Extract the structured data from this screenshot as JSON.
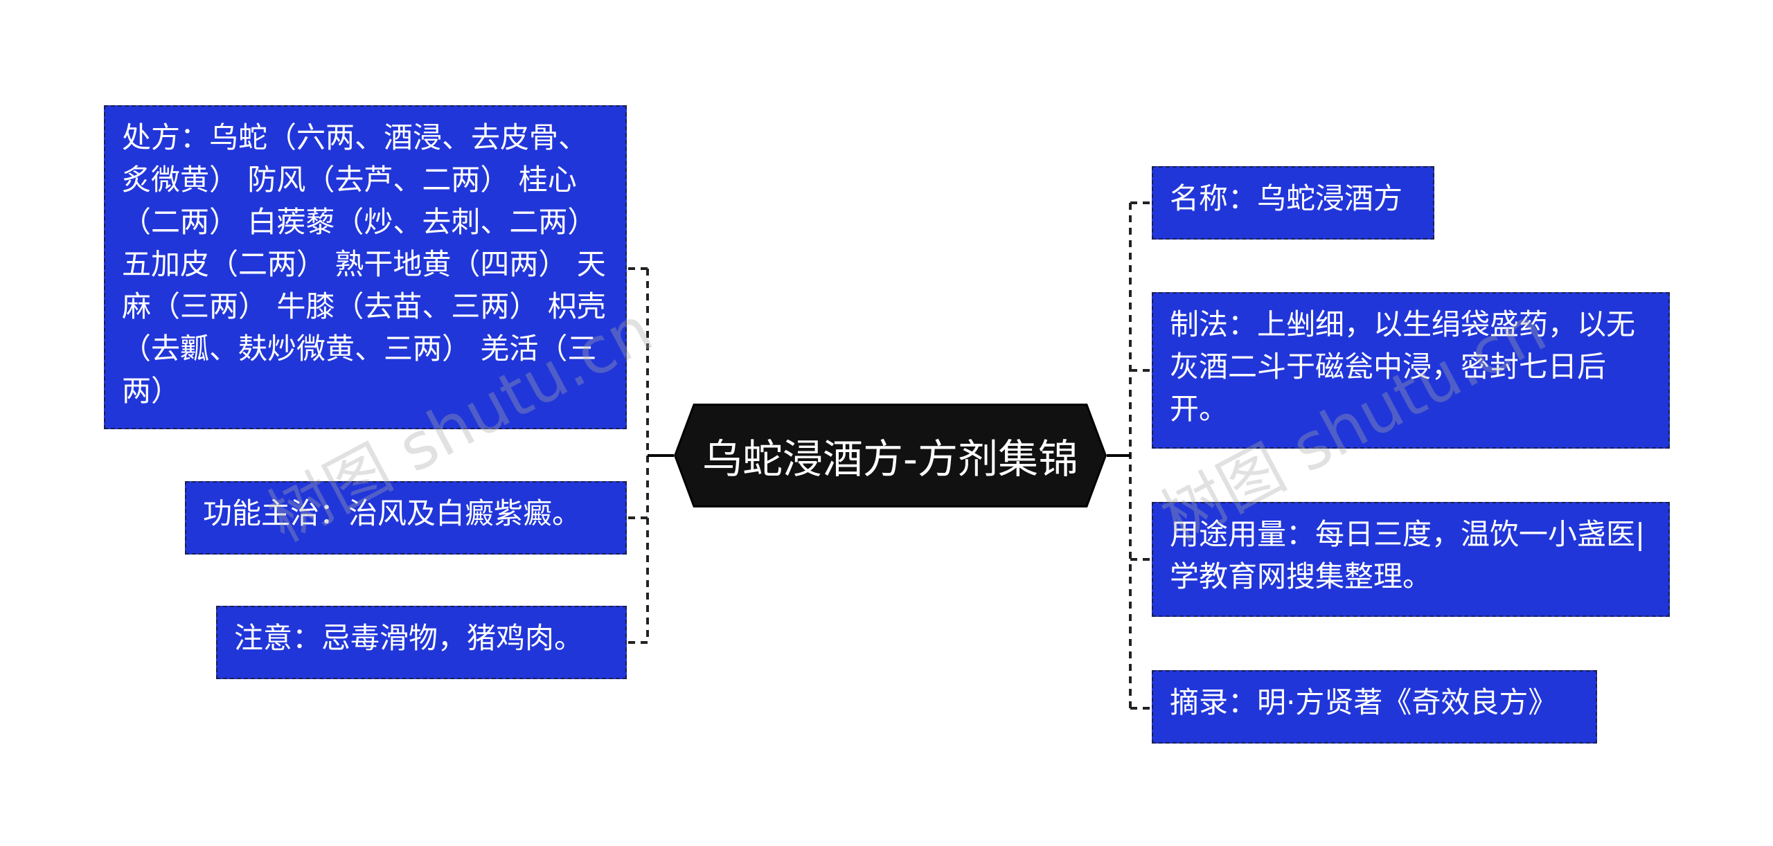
{
  "center_title": "乌蛇浸酒方-方剂集锦",
  "left_nodes": [
    {
      "id": "prescription",
      "text": "处方：乌蛇（六两、酒浸、去皮骨、炙微黄） 防风（去芦、二两） 桂心（二两） 白蒺藜（炒、去刺、二两） 五加皮（二两） 熟干地黄（四两） 天麻（三两） 牛膝（去苗、三两） 枳壳（去瓤、麸炒微黄、三两） 羌活（三两）"
    },
    {
      "id": "function",
      "text": "功能主治：治风及白癜紫癜。"
    },
    {
      "id": "caution",
      "text": "注意：忌毒滑物，猪鸡肉。"
    }
  ],
  "right_nodes": [
    {
      "id": "name",
      "text": "名称：乌蛇浸酒方"
    },
    {
      "id": "method",
      "text": "制法：上剉细，以生绢袋盛药，以无灰酒二斗于磁瓮中浸，密封七日后开。"
    },
    {
      "id": "usage",
      "text": "用途用量：每日三度，温饮一小盏医|学教育网搜集整理。"
    },
    {
      "id": "excerpt",
      "text": "摘录：明·方贤著《奇效良方》"
    }
  ],
  "watermarks": [
    "树图 shutu.cn",
    "树图 shutu.cn"
  ],
  "colors": {
    "node_fill": "#2136d9",
    "node_border": "#1a1f4a",
    "center_fill": "#111111",
    "connector": "#222222"
  }
}
